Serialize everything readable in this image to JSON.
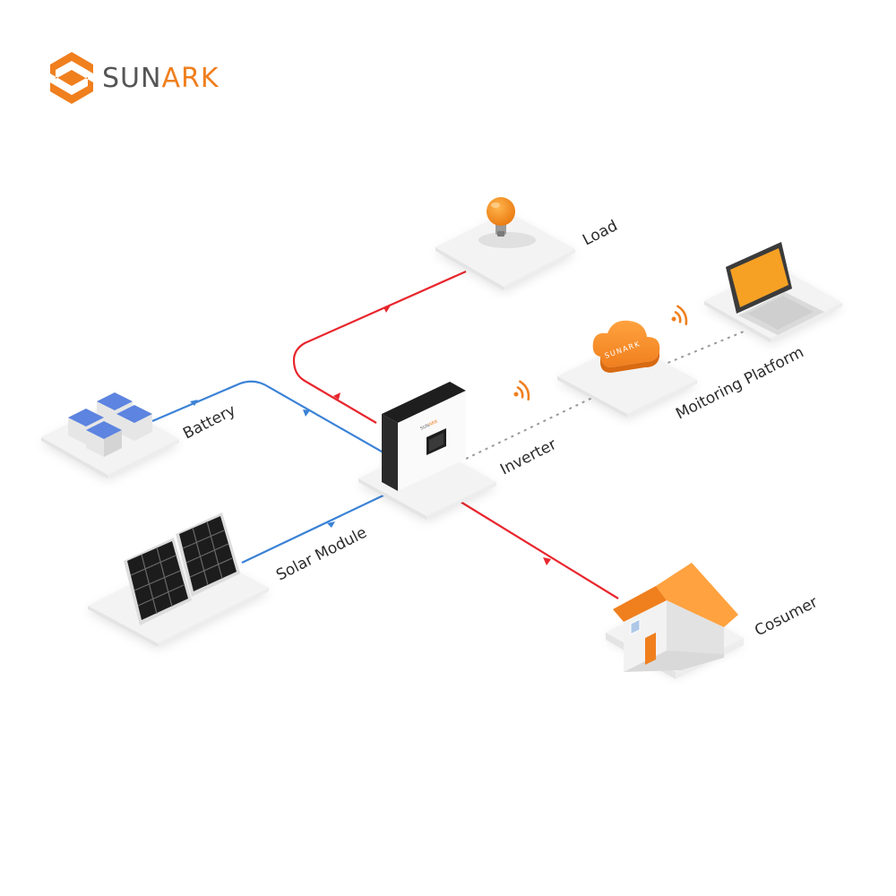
{
  "brand": {
    "prefix": "SUN",
    "suffix": "ARK",
    "inverter_prefix": "SUN",
    "inverter_suffix": "ARK",
    "cloud": "SUNARK"
  },
  "labels": {
    "load": "Load",
    "monitoring": "Moitoring Platform",
    "battery": "Battery",
    "inverter": "Inverter",
    "solar": "Solar Module",
    "consumer": "Cosumer"
  },
  "colors": {
    "brand_orange": "#F07F1E",
    "brand_gray": "#555555",
    "ac_line": "#E8262E",
    "dc_line": "#3B82D6",
    "comm_line": "#9A9A9A",
    "platform": "#F3F3F3"
  },
  "icons": [
    "sunark-logo-icon",
    "light-bulb-icon",
    "laptop-icon",
    "cloud-icon",
    "wifi-signal-icon",
    "battery-pack-icon",
    "inverter-icon",
    "solar-panel-icon",
    "house-icon"
  ]
}
